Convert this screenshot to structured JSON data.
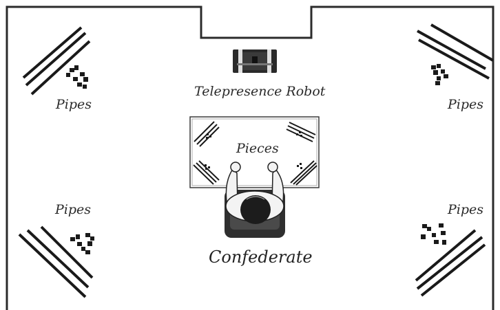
{
  "labels": {
    "pipes_top_left": "Pipes",
    "pipes_top_right": "Pipes",
    "pipes_bottom_left": "Pipes",
    "pipes_bottom_right": "Pipes",
    "robot": "Telepresence Robot",
    "pieces": "Pieces",
    "confederate": "Confederate"
  },
  "colors": {
    "wall": "#2b2b2b",
    "pipe": "#1a1a1a",
    "piece": "#1a1a1a",
    "table_fill": "#ffffff",
    "table_border": "#3a3a3a",
    "chair": "#2f2f2f",
    "hair": "#1c1c1c",
    "skin": "#f3f3f3"
  },
  "icons": {
    "robot": "telepresence-robot-icon",
    "person": "confederate-person-icon",
    "chair": "chair-icon",
    "pipes": "pipes-icon",
    "pieces": "puzzle-pieces-icon"
  }
}
